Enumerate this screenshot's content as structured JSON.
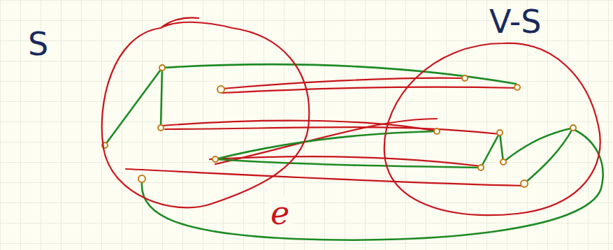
{
  "diagram": {
    "nodes": [
      {
        "text": [
          "S"
        ]
      },
      {
        "text": [
          "V-S"
        ]
      }
    ],
    "labels": [
      "e"
    ]
  }
}
